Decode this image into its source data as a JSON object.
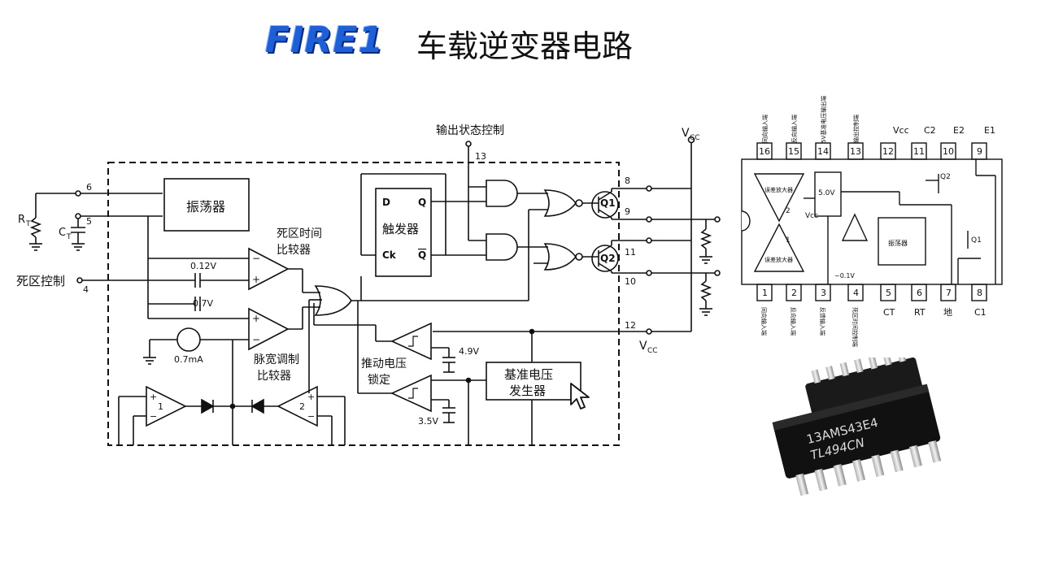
{
  "header": {
    "logo": "FIRE1",
    "title": "车载逆变器电路"
  },
  "circuit": {
    "labels": {
      "output_control": "输出状态控制",
      "pin13": "13",
      "vcc_top": "V",
      "vcc_top_sub": "CC",
      "pin6": "6",
      "pin5": "5",
      "pin4": "4",
      "rt": "R",
      "rt_sub": "T",
      "ct": "C",
      "ct_sub": "T",
      "oscillator": "振荡器",
      "dead_time_label1": "死区时间",
      "dead_time_label2": "比较器",
      "dead_control": "死区控制",
      "v012": "0.12V",
      "v07": "0.7V",
      "ma07": "0.7mA",
      "pwm_label1": "脉宽调制",
      "pwm_label2": "比较器",
      "flipflop": "触发器",
      "ff_d": "D",
      "ff_q": "Q",
      "ff_ck": "Ck",
      "ff_qbar": "Q",
      "q1": "Q1",
      "q2": "Q2",
      "pin8": "8",
      "pin9": "9",
      "pin11": "11",
      "pin10": "10",
      "pin12": "12",
      "vcc_bottom": "V",
      "vcc_bottom_sub": "CC",
      "v49": "4.9V",
      "v35": "3.5V",
      "lock_label1": "推动电压",
      "lock_label2": "锁定",
      "ref_label1": "基准电压",
      "ref_label2": "发生器",
      "amp1": "1",
      "amp2": "2"
    }
  },
  "pinout": {
    "top_pins": [
      "16",
      "15",
      "14",
      "13",
      "12",
      "11",
      "10",
      "9"
    ],
    "top_labels": [
      "同向输入端",
      "反向输入端",
      "5V基准电压输出端",
      "输出控制端",
      "Vcc",
      "C2",
      "E2",
      "E1"
    ],
    "bottom_pins": [
      "1",
      "2",
      "3",
      "4",
      "5",
      "6",
      "7",
      "8"
    ],
    "bottom_labels": [
      "同向输入端",
      "反向输入端",
      "反馈输入端",
      "死区时间控制端",
      "CT",
      "RT",
      "地",
      "C1"
    ],
    "inner": {
      "amp_top": "误差放大器",
      "amp_bottom": "误差放大器",
      "ref": "5.0V",
      "vcc": "Vcc",
      "osc": "振荡器",
      "dead": "~0.1V",
      "q1": "Q1",
      "q2": "Q2",
      "n2": "2",
      "n1": "1"
    }
  },
  "photo": {
    "line1": "13AMS43E4",
    "line2": "TL494CN"
  }
}
